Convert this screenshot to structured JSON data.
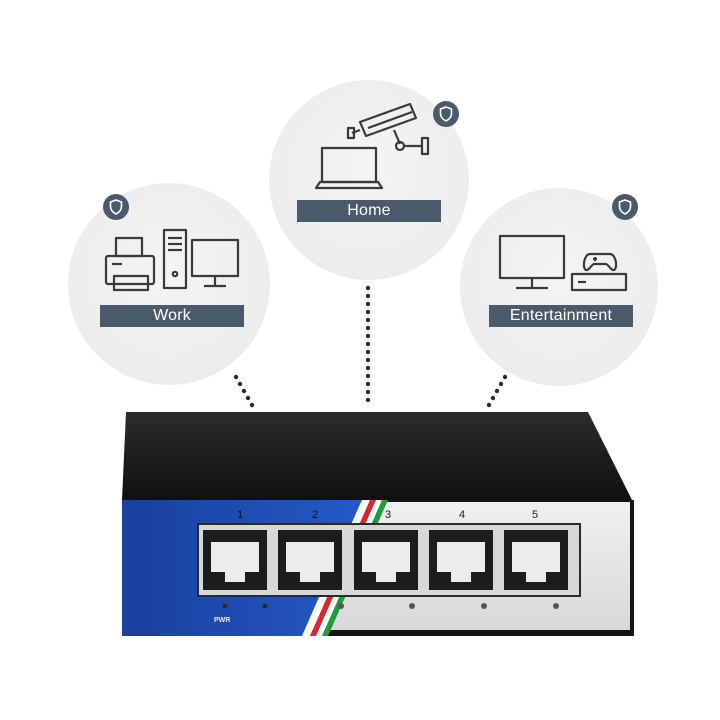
{
  "scene": {
    "bubbles": [
      {
        "label": "Work",
        "icons": [
          "printer-icon",
          "desktop-tower-icon",
          "monitor-icon"
        ],
        "shield_icon": "shield-icon"
      },
      {
        "label": "Home",
        "icons": [
          "security-camera-icon",
          "laptop-icon"
        ],
        "shield_icon": "shield-icon"
      },
      {
        "label": "Entertainment",
        "icons": [
          "tv-icon",
          "game-console-icon"
        ],
        "shield_icon": "shield-icon"
      }
    ],
    "switch": {
      "ports": [
        "1",
        "2",
        "3",
        "4",
        "5"
      ],
      "power_label": "PWR",
      "colors": {
        "blue": "#1c4fb8",
        "dark": "#141414",
        "panel": "#e6e6e6",
        "label_bg": "#4b5a6a"
      }
    }
  }
}
